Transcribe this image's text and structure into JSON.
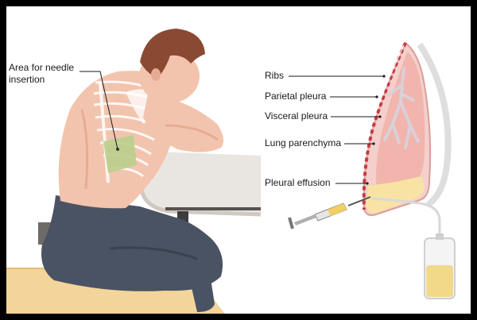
{
  "labels": {
    "needle_area": "Area for needle\ninsertion",
    "ribs": "Ribs",
    "parietal_pleura": "Parietal pleura",
    "visceral_pleura": "Visceral pleura",
    "lung_parenchyma": "Lung parenchyma",
    "pleural_effusion": "Pleural effusion"
  },
  "colors": {
    "frame": "#000000",
    "background": "#ffffff",
    "skin": "#f2c4ae",
    "hair": "#8a4a32",
    "trousers": "#4a5363",
    "table": "#e9e5e0",
    "floor": "#f3d49a",
    "insertion_area": "#b9cf8b",
    "lung": "#f1b5ad",
    "effusion": "#f8e3a4",
    "ribs": "#c73a42"
  }
}
